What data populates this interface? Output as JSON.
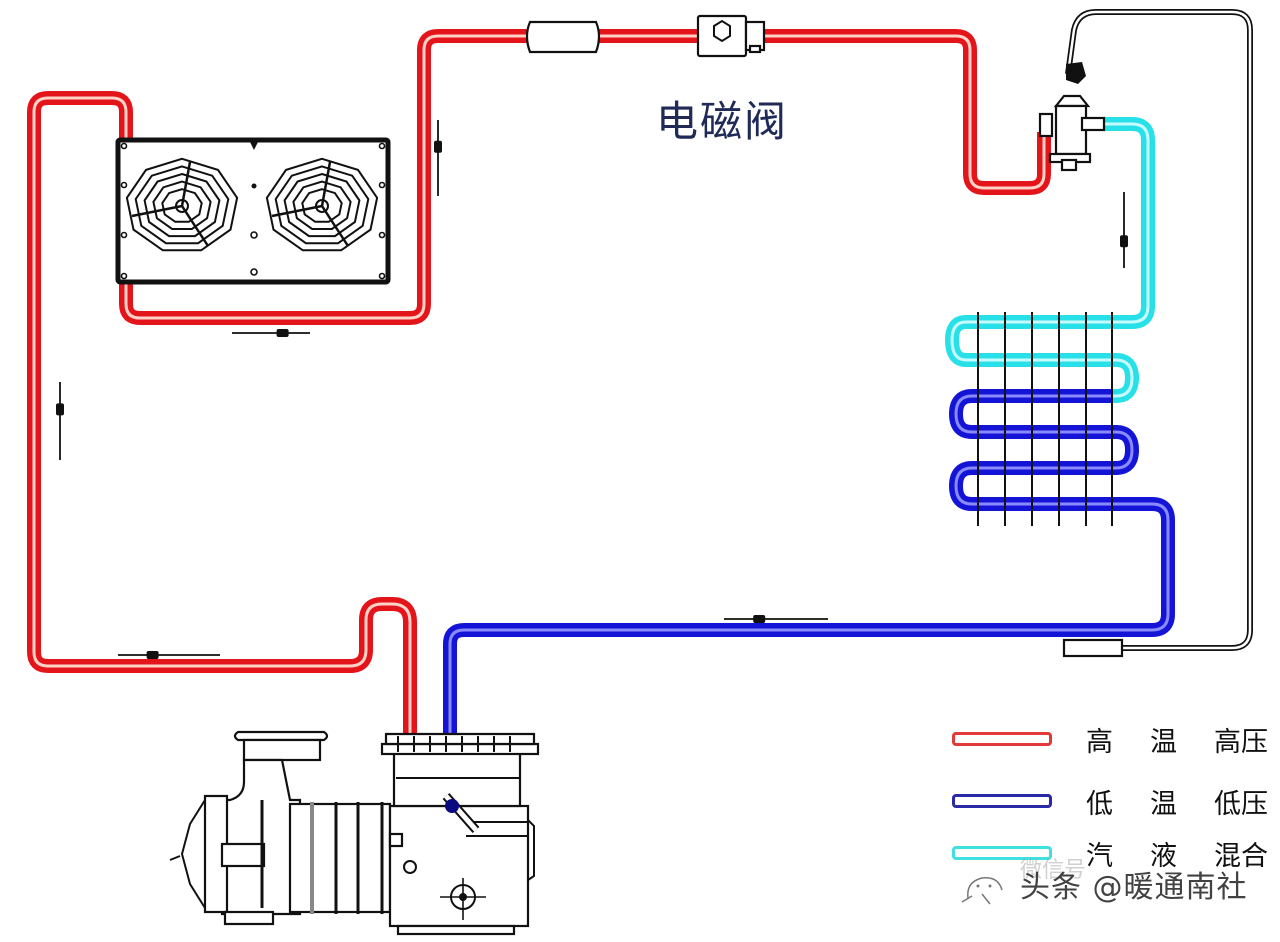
{
  "diagram": {
    "title": "Refrigeration cycle with solenoid valve",
    "valve_label": "电磁阀",
    "components": [
      {
        "id": "compressor",
        "name": "compressor"
      },
      {
        "id": "condenser",
        "name": "air-cooled condenser with two fans"
      },
      {
        "id": "filter-drier",
        "name": "filter drier"
      },
      {
        "id": "solenoid-valve",
        "name": "solenoid valve",
        "label": "电磁阀"
      },
      {
        "id": "expansion-valve",
        "name": "thermal expansion valve"
      },
      {
        "id": "evaporator",
        "name": "finned evaporator coil"
      },
      {
        "id": "sensing-bulb",
        "name": "sensing bulb"
      }
    ],
    "colors": {
      "high_temp_high_pressure": "#e4141b",
      "low_temp_low_pressure": "#1414d6",
      "vapor_liquid_mix": "#27e0e8",
      "pipe_highlight": "#ffd2c8",
      "ink": "#111111",
      "valve_label": "#1f2a57"
    }
  },
  "legend": [
    {
      "color_key": "high_temp_high_pressure",
      "words": [
        "高",
        "温",
        "高压"
      ],
      "label": "高 温 高压"
    },
    {
      "color_key": "low_temp_low_pressure",
      "words": [
        "低",
        "温",
        "低压"
      ],
      "label": "低 温 低压"
    },
    {
      "color_key": "vapor_liquid_mix",
      "words": [
        "汽",
        "液",
        "混合"
      ],
      "label": "汽 液 混合"
    }
  ],
  "watermark": {
    "text": "头条 @暖通南社",
    "ghost_text": "微信号"
  }
}
